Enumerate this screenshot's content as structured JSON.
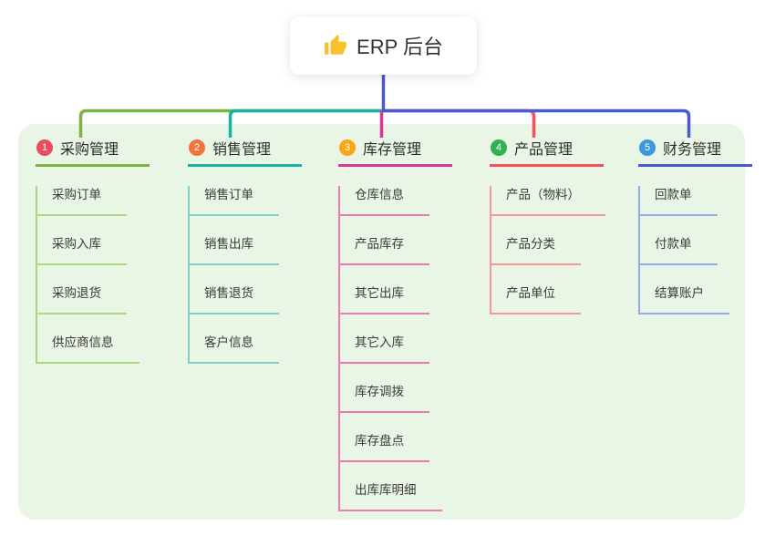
{
  "root": {
    "label": "ERP 后台",
    "icon": "thumbs-up-icon",
    "icon_color": "#f9bf2c",
    "stem_color": "#4a5ad2"
  },
  "canvas": {
    "background": "#ffffff",
    "panel_background": "#e9f5e5"
  },
  "branches": [
    {
      "num": "1",
      "label": "采购管理",
      "badge_color": "#ea4d60",
      "line_color": "#7cb342",
      "light_color": "#aed581",
      "children": [
        "采购订单",
        "采购入库",
        "采购退货",
        "供应商信息"
      ]
    },
    {
      "num": "2",
      "label": "销售管理",
      "badge_color": "#f3743c",
      "line_color": "#17b3a3",
      "light_color": "#82cfc7",
      "children": [
        "销售订单",
        "销售出库",
        "销售退货",
        "客户信息"
      ]
    },
    {
      "num": "3",
      "label": "库存管理",
      "badge_color": "#f9a61c",
      "line_color": "#d43a96",
      "light_color": "#ee7ab2",
      "children": [
        "仓库信息",
        "产品库存",
        "其它出库",
        "其它入库",
        "库存调拨",
        "库存盘点",
        "出库库明细"
      ]
    },
    {
      "num": "4",
      "label": "产品管理",
      "badge_color": "#2fb350",
      "line_color": "#f4515e",
      "light_color": "#f8969a",
      "children": [
        "产品（物料）",
        "产品分类",
        "产品单位"
      ]
    },
    {
      "num": "5",
      "label": "财务管理",
      "badge_color": "#3e97db",
      "line_color": "#4a5ad2",
      "light_color": "#97a9e6",
      "children": [
        "回款单",
        "付款单",
        "结算账户"
      ]
    }
  ]
}
